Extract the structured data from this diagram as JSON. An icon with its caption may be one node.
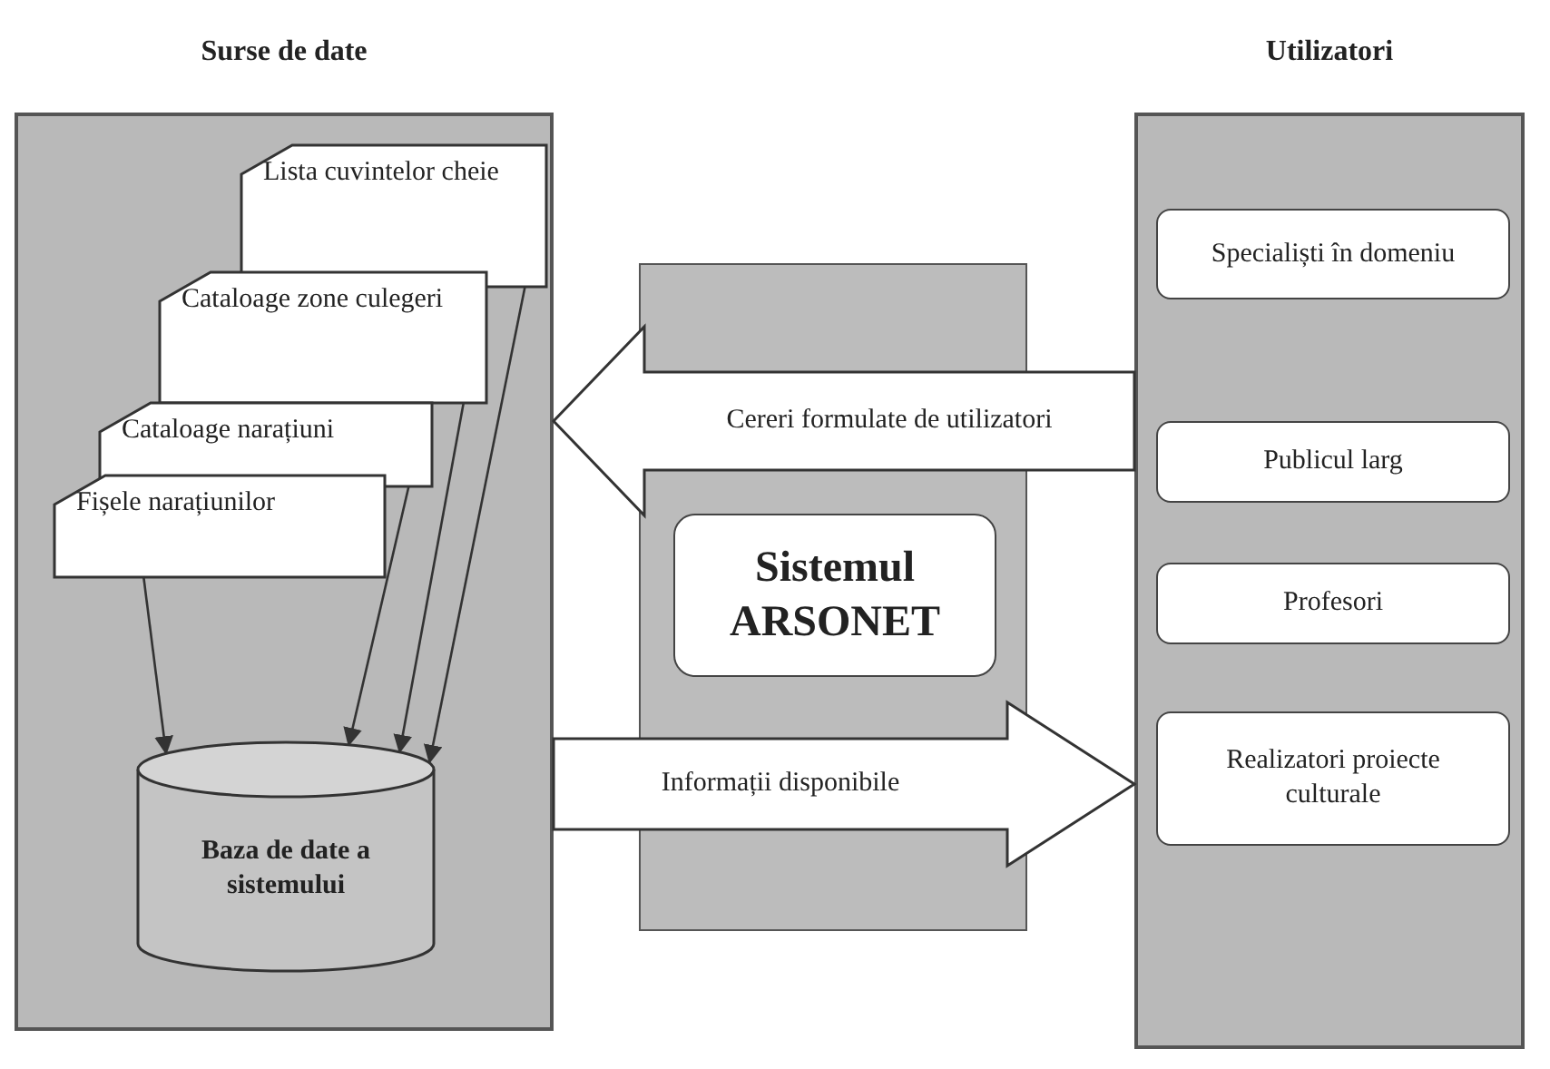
{
  "diagram": {
    "nodes": [
      {
        "text": [
          "Surse de date"
        ]
      },
      {
        "text": [
          "Lista cuvintelor cheie"
        ],
        "in": 0
      },
      {
        "text": [
          "Cataloage zone culegeri"
        ],
        "in": 0
      },
      {
        "text": [
          "Cataloage narațiuni"
        ],
        "in": 0
      },
      {
        "text": [
          "Fișele narațiunilor"
        ],
        "in": 0
      },
      {
        "text": [
          "Baza de date a sistemului"
        ],
        "in": 0
      },
      {
        "text": [],
        "shape": "box"
      },
      {
        "text": [
          "Sistemul ARSONET"
        ],
        "in": 6
      },
      {
        "text": [
          "Utilizatori"
        ]
      },
      {
        "text": [
          "Specialiști în domeniu"
        ],
        "in": 8
      },
      {
        "text": [
          "Publicul larg"
        ],
        "in": 8
      },
      {
        "text": [
          "Profesori"
        ],
        "in": 8
      },
      {
        "text": [
          "Realizatori proiecte culturale"
        ],
        "in": 8
      }
    ],
    "edges": [
      {
        "from": 8,
        "to": 0,
        "arrow": "to",
        "label": "Cereri formulate de utilizatori",
        "style": "thick"
      },
      {
        "from": 0,
        "to": 8,
        "arrow": "to",
        "label": "Informații disponibile",
        "style": "thick"
      },
      {
        "from": 1,
        "to": 5,
        "arrow": "to"
      },
      {
        "from": 2,
        "to": 5,
        "arrow": "to"
      },
      {
        "from": 3,
        "to": 5,
        "arrow": "to"
      },
      {
        "from": 4,
        "to": 5,
        "arrow": "to"
      }
    ]
  }
}
